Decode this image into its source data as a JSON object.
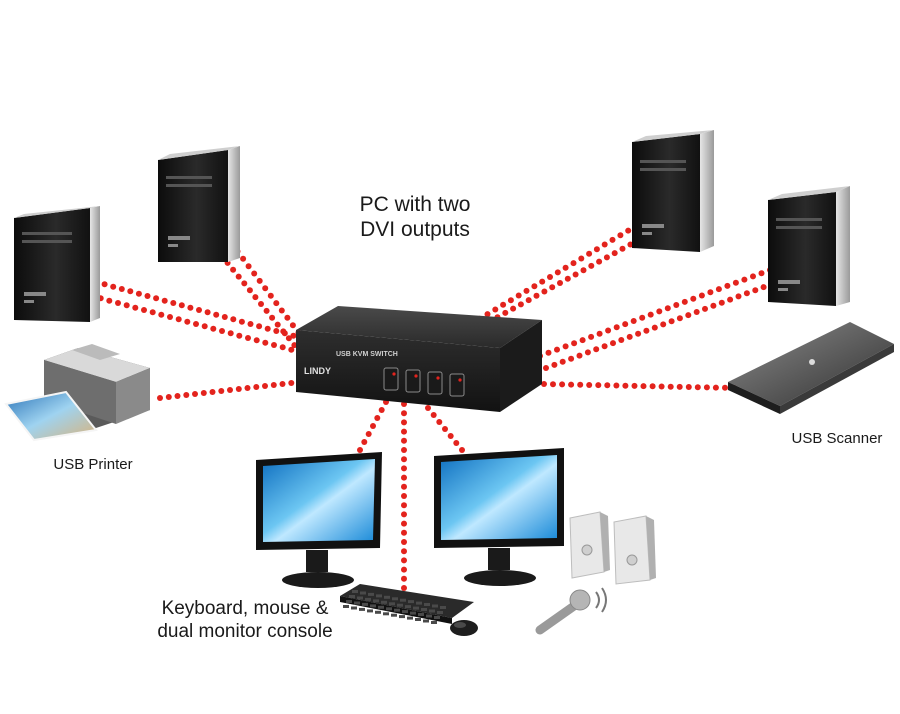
{
  "labels": {
    "pc_line1": "PC with two",
    "pc_line2": "DVI outputs",
    "printer": "USB Printer",
    "scanner": "USB Scanner",
    "console_line1": "Keyboard, mouse &",
    "console_line2": "dual monitor console"
  },
  "switch": {
    "top_text": "USB KVM SWITCH",
    "brand": "LINDY"
  },
  "colors": {
    "cable_dots": "#e3231d",
    "switch_body": "#2b2b2b",
    "screen": "#1f8fd6"
  }
}
